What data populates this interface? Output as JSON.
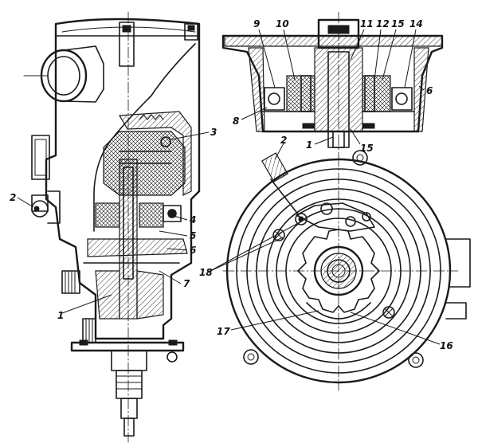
{
  "labels": {
    "left": {
      "l1": "1",
      "l2": "2",
      "l3": "3",
      "l4": "4",
      "l5": "5",
      "l6": "6",
      "l7": "7"
    },
    "top_right": {
      "l1": "1",
      "l6": "6",
      "l8": "8",
      "l9": "9",
      "l10": "10",
      "l11": "11",
      "l12": "12",
      "l14": "14",
      "l15a": "15",
      "l15b": "15"
    },
    "bottom_right": {
      "l2": "2",
      "l16": "16",
      "l17": "17",
      "l18": "18"
    }
  }
}
